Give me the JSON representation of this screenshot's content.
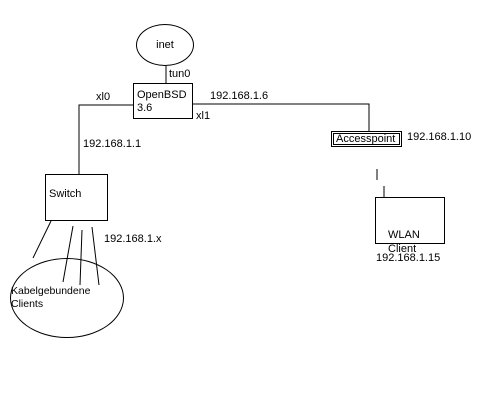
{
  "nodes": {
    "inet": "inet",
    "router": "OpenBSD 3.6",
    "switch": "Switch",
    "accesspoint": "Accesspoint",
    "wlan_client": "WLAN\nClient",
    "wired_clients": "Kabelgebundene Clients"
  },
  "interfaces": {
    "tun0": "tun0",
    "xl0": "xl0",
    "xl1": "xl1"
  },
  "addresses": {
    "router_xl1": "192.168.1.6",
    "router_xl0": "192.168.1.1",
    "accesspoint": "192.168.1.10",
    "wired_clients": "192.168.1.x",
    "wlan_client": "192.168.1.15"
  }
}
